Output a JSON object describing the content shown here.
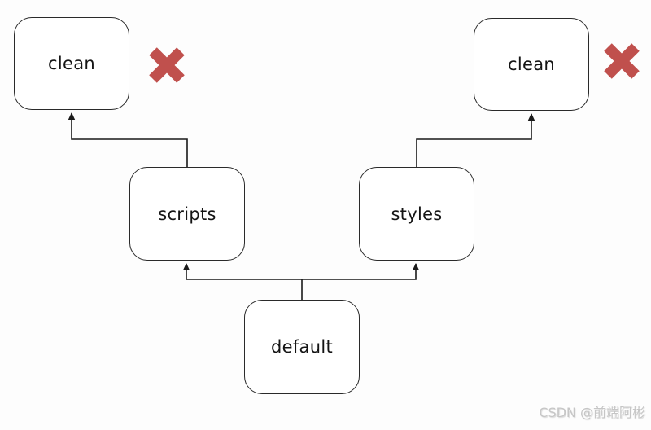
{
  "diagram": {
    "title_hint": "task dependency flow",
    "nodes": [
      {
        "id": "clean-left",
        "label": "clean"
      },
      {
        "id": "clean-right",
        "label": "clean"
      },
      {
        "id": "scripts",
        "label": "scripts"
      },
      {
        "id": "styles",
        "label": "styles"
      },
      {
        "id": "default",
        "label": "default"
      }
    ],
    "edges": [
      {
        "from": "default",
        "to": "scripts"
      },
      {
        "from": "default",
        "to": "styles"
      },
      {
        "from": "scripts",
        "to": "clean-left"
      },
      {
        "from": "styles",
        "to": "clean-right"
      }
    ],
    "icons": {
      "cross": "✖"
    },
    "colors": {
      "node_border": "#2a2a2a",
      "node_fill": "#ffffff",
      "connector": "#1a1a1a",
      "cross": "#c0504d",
      "background": "#fdfdfd",
      "watermark": "#c6c6c6"
    }
  },
  "watermark": {
    "text": "CSDN @前端阿彬"
  }
}
